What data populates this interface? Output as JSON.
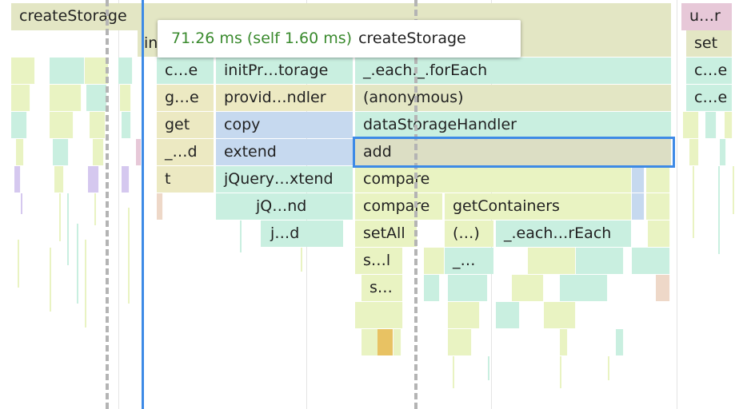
{
  "tooltip": {
    "timing": "71.26 ms (self 1.60 ms)",
    "function_name": "createStorage"
  },
  "frames": {
    "root": "createStorage",
    "root_right": "u…r",
    "hidden_left": "in",
    "hidden_right": "s",
    "r1_set": "set",
    "r2_ce": "c…e",
    "r2_init": "initPr…torage",
    "r2_each": "_.each._.forEach",
    "r2_right": "c…e",
    "r3_ge": "g…e",
    "r3_provid": "provid…ndler",
    "r3_anon": "(anonymous)",
    "r3_right": "c…e",
    "r4_get": "get",
    "r4_copy": "copy",
    "r4_dsh": "dataStorageHandler",
    "r5_d": "_…d",
    "r5_extend": "extend",
    "r5_add": "add",
    "r6_t": "t",
    "r6_jq": "jQuery…xtend",
    "r6_compare": "compare",
    "r7_jqnd": "jQ…nd",
    "r7_compare": "compare",
    "r7_getc": "getContainers",
    "r8_jd": "j…d",
    "r8_setall": "setAll",
    "r8_paren": "(…)",
    "r8_each": "_.each…rEach",
    "r9_sl": "s…l",
    "r9_u": "_…",
    "r10_s": "s…"
  },
  "colors": {
    "selection": "#3d8ae6",
    "timing_text": "#3a8a2e",
    "mint": "#c9efe0",
    "olive": "#e3e6c4",
    "lime": "#e9f3c2",
    "blue": "#c6d9ef",
    "tan": "#ece9c2",
    "gray_olive": "#dcdec4",
    "pink": "#e7c8d8"
  }
}
